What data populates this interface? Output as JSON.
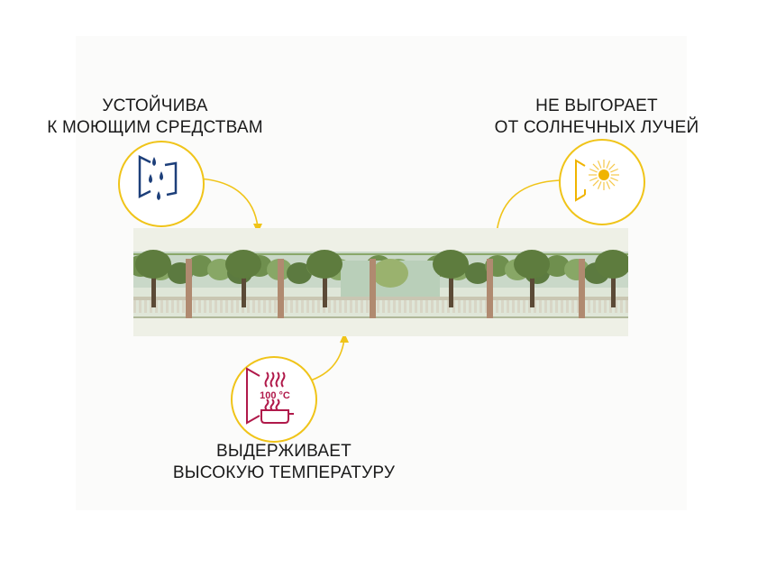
{
  "features": [
    {
      "id": "washable",
      "lines": [
        "УСТОЙЧИВА",
        "К МОЮЩИМ СРЕДСТВАМ"
      ],
      "icon": "water-drops-icon",
      "color": "#1d3f7a"
    },
    {
      "id": "fade-resistant",
      "lines": [
        "НЕ ВЫГОРАЕТ",
        "ОТ СОЛНЕЧНЫХ ЛУЧЕЙ"
      ],
      "icon": "sun-icon",
      "color": "#f0b400"
    },
    {
      "id": "heat-resistant",
      "lines": [
        "ВЫДЕРЖИВАЕТ",
        "ВЫСОКУЮ ТЕМПЕРАТУРУ"
      ],
      "icon": "steam-pot-icon",
      "color": "#b0194a",
      "icon_text": "100 °C"
    }
  ],
  "accent": "#f0c419"
}
